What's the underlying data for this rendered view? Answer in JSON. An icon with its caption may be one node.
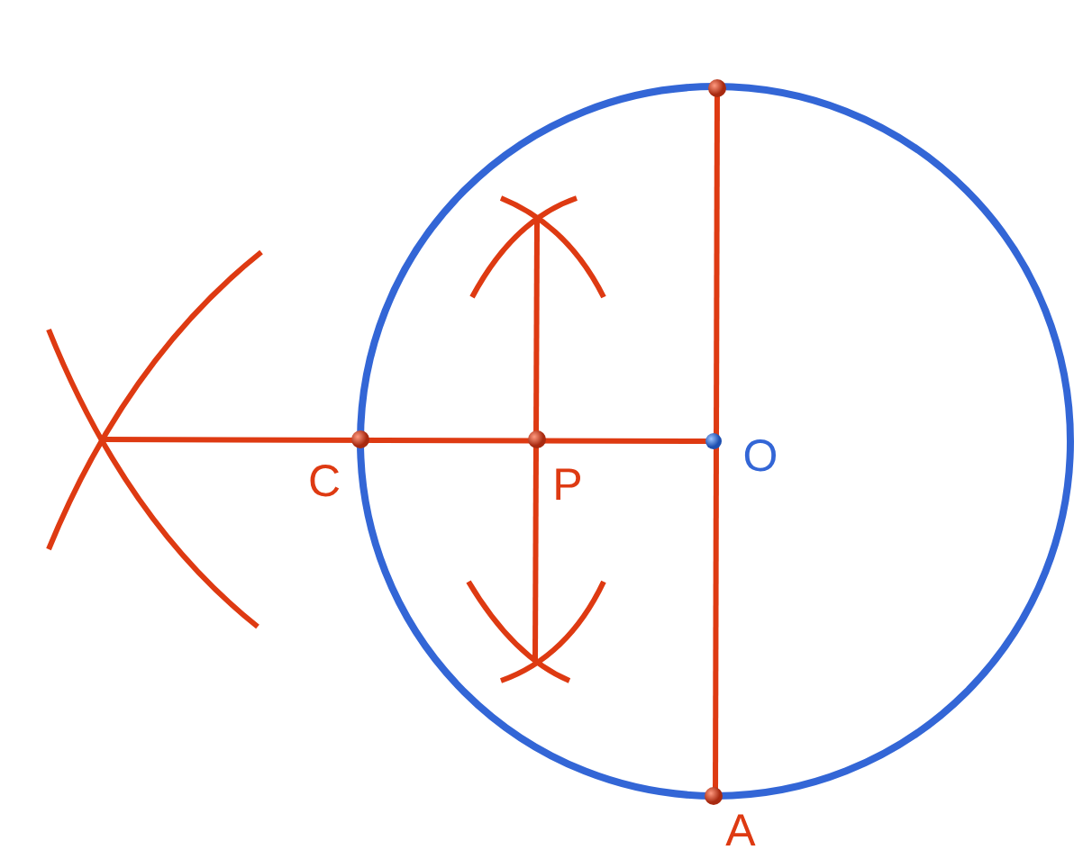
{
  "diagram": {
    "labels": [
      "C",
      "P",
      "O",
      "A"
    ]
  }
}
